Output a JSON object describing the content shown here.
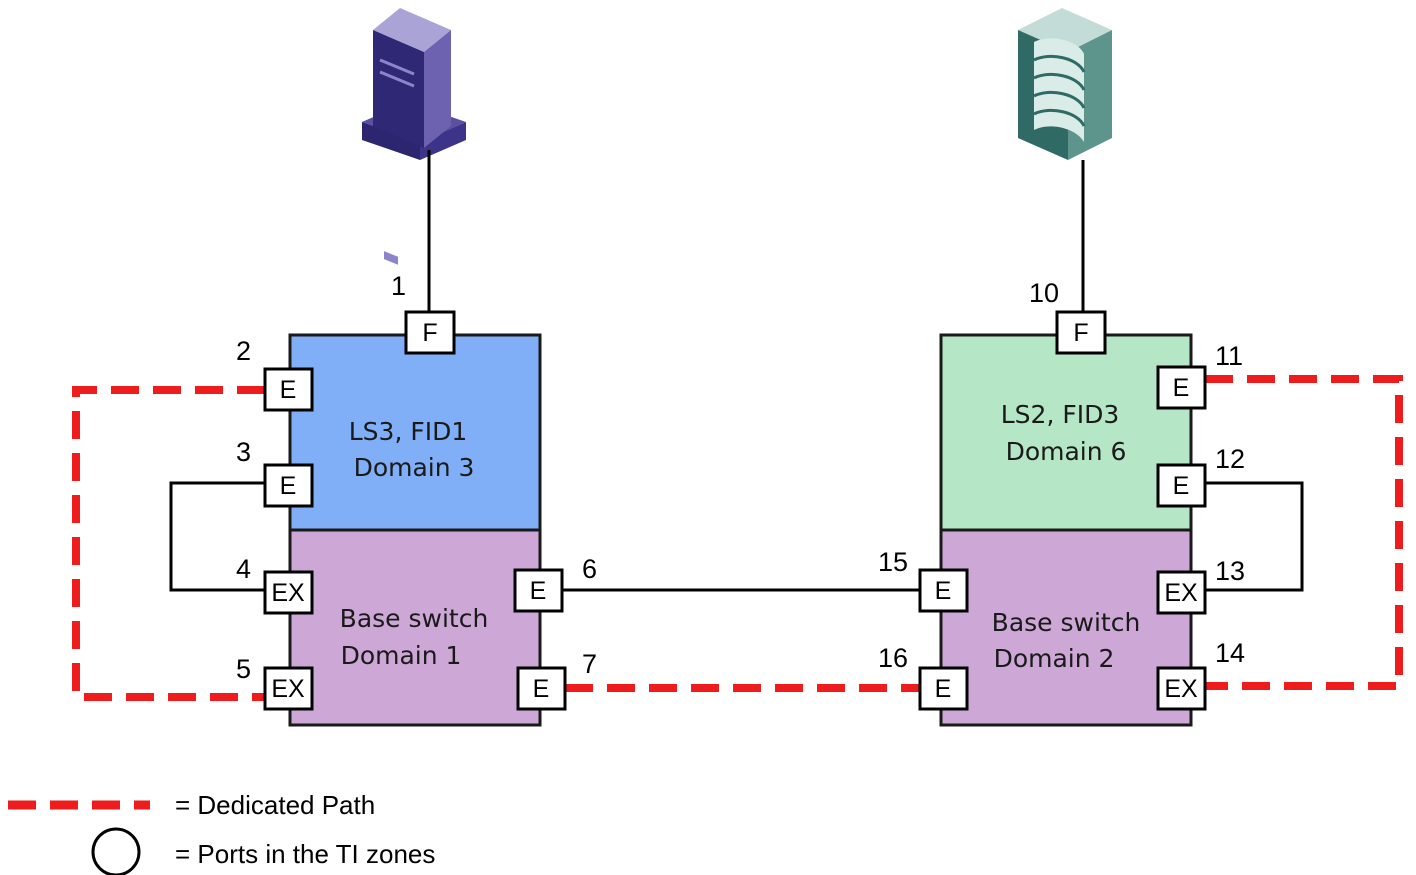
{
  "switches": {
    "ls3": {
      "line1": "LS3, FID1",
      "line2": "Domain 3",
      "color": "#80aef7"
    },
    "base1": {
      "line1": "Base switch",
      "line2": "Domain 1",
      "color": "#cda8d7"
    },
    "ls2": {
      "line1": "LS2, FID3",
      "line2": "Domain 6",
      "color": "#b5e6c6"
    },
    "base2": {
      "line1": "Base switch",
      "line2": "Domain 2",
      "color": "#cda8d7"
    }
  },
  "ports": {
    "p1": {
      "type": "F",
      "number": "1"
    },
    "p2": {
      "type": "E",
      "number": "2"
    },
    "p3": {
      "type": "E",
      "number": "3"
    },
    "p4": {
      "type": "EX",
      "number": "4"
    },
    "p5": {
      "type": "EX",
      "number": "5"
    },
    "p6": {
      "type": "E",
      "number": "6"
    },
    "p7": {
      "type": "E",
      "number": "7"
    },
    "p10": {
      "type": "F",
      "number": "10"
    },
    "p11": {
      "type": "E",
      "number": "11"
    },
    "p12": {
      "type": "E",
      "number": "12"
    },
    "p13": {
      "type": "EX",
      "number": "13"
    },
    "p14": {
      "type": "EX",
      "number": "14"
    },
    "p15": {
      "type": "E",
      "number": "15"
    },
    "p16": {
      "type": "E",
      "number": "16"
    }
  },
  "devices": {
    "host": {
      "icon": "server-icon",
      "color": "#3f3a8a"
    },
    "storage": {
      "icon": "storage-array-icon",
      "color": "#3f7a72"
    }
  },
  "legend": {
    "dedicated_path": "= Dedicated Path",
    "ti_ports": "= Ports in the TI zones",
    "dedicated_path_color": "#ee1c1c"
  }
}
